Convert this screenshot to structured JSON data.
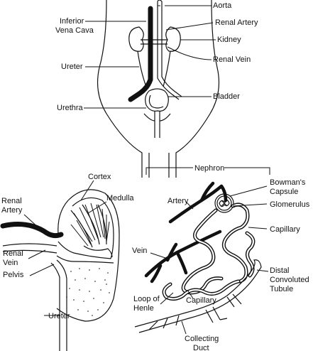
{
  "labels": {
    "aorta": "Aorta",
    "inferior_vena_cava_1": "Inferior",
    "inferior_vena_cava_2": "Vena Cava",
    "renal_artery_top": "Renal Artery",
    "kidney": "Kidney",
    "renal_vein_top": "Renal Vein",
    "ureter_top": "Ureter",
    "bladder": "Bladder",
    "urethra": "Urethra",
    "cortex": "Cortex",
    "medulla": "Medulla",
    "renal_artery_left_1": "Renal",
    "renal_artery_left_2": "Artery",
    "renal_vein_left_1": "Renal",
    "renal_vein_left_2": "Vein",
    "pelvis": "Pelvis",
    "ureter_bottom": "Ureter",
    "nephron": "Nephron",
    "artery": "Artery",
    "bowmans_capsule_1": "Bowman's",
    "bowmans_capsule_2": "Capsule",
    "glomerulus": "Glomerulus",
    "capillary_right": "Capillary",
    "vein": "Vein",
    "distal_1": "Distal",
    "distal_2": "Convoluted",
    "distal_3": "Tubule",
    "loop_1": "Loop of",
    "loop_2": "Henle",
    "capillary_bottom": "Capillary",
    "collecting_1": "Collecting",
    "collecting_2": "Duct"
  }
}
